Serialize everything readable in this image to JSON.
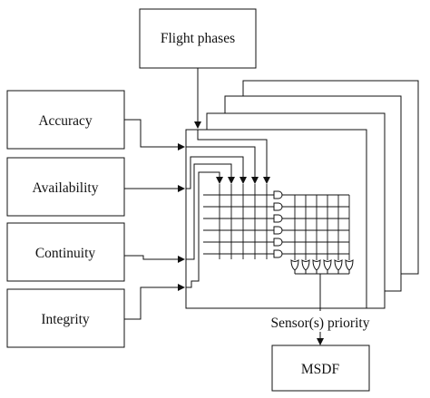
{
  "diagram": {
    "blocks": {
      "flight_phases": "Flight phases",
      "accuracy": "Accuracy",
      "availability": "Availability",
      "continuity": "Continuity",
      "integrity": "Integrity",
      "msdf": "MSDF"
    },
    "output_label": "Sensor(s) priority"
  },
  "colors": {
    "line": "#111111",
    "background": "#ffffff"
  }
}
